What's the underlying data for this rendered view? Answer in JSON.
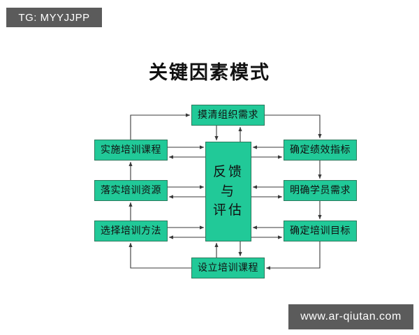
{
  "badges": {
    "telegram": "TG: MYYJJPP",
    "website": "www.ar-qiutan.com"
  },
  "title": "关键因素模式",
  "colors": {
    "node_fill": "#21c998",
    "node_border": "#2a7a5c",
    "connector": "#3a3a3a",
    "badge_background": "#5b5b5b",
    "badge_text": "#ffffff",
    "page_background": "#ffffff",
    "title_text": "#111111"
  },
  "diagram": {
    "type": "cycle-hub-and-spoke",
    "center": {
      "id": "center",
      "lines": [
        "反馈",
        "与",
        "评估"
      ],
      "label": "反馈与评估"
    },
    "nodes": [
      {
        "id": "top",
        "label": "摸清组织需求",
        "position": "top"
      },
      {
        "id": "left-1",
        "label": "实施培训课程",
        "position": "left-upper"
      },
      {
        "id": "left-2",
        "label": "落实培训资源",
        "position": "left-middle"
      },
      {
        "id": "left-3",
        "label": "选择培训方法",
        "position": "left-lower"
      },
      {
        "id": "right-1",
        "label": "确定绩效指标",
        "position": "right-upper"
      },
      {
        "id": "right-2",
        "label": "明确学员需求",
        "position": "right-middle"
      },
      {
        "id": "right-3",
        "label": "确定培训目标",
        "position": "right-lower"
      },
      {
        "id": "bottom",
        "label": "设立培训课程",
        "position": "bottom"
      }
    ],
    "spokes": [
      {
        "from": "top",
        "to": "center",
        "style": "bidirectional"
      },
      {
        "from": "bottom",
        "to": "center",
        "style": "bidirectional"
      },
      {
        "from": "left-1",
        "to": "center",
        "style": "bidirectional"
      },
      {
        "from": "left-2",
        "to": "center",
        "style": "bidirectional"
      },
      {
        "from": "left-3",
        "to": "center",
        "style": "bidirectional"
      },
      {
        "from": "right-1",
        "to": "center",
        "style": "bidirectional"
      },
      {
        "from": "right-2",
        "to": "center",
        "style": "bidirectional"
      },
      {
        "from": "right-3",
        "to": "center",
        "style": "bidirectional"
      }
    ],
    "ring_flow": [
      {
        "from": "left-1",
        "to": "top",
        "style": "single-arrow"
      },
      {
        "from": "top",
        "to": "right-1",
        "style": "single-arrow"
      },
      {
        "from": "right-1",
        "to": "right-2",
        "style": "single-arrow"
      },
      {
        "from": "right-2",
        "to": "right-3",
        "style": "single-arrow"
      },
      {
        "from": "right-3",
        "to": "bottom",
        "style": "single-arrow"
      },
      {
        "from": "bottom",
        "to": "left-3",
        "style": "single-arrow"
      },
      {
        "from": "left-3",
        "to": "left-2",
        "style": "single-arrow"
      },
      {
        "from": "left-2",
        "to": "left-1",
        "style": "single-arrow"
      }
    ]
  }
}
